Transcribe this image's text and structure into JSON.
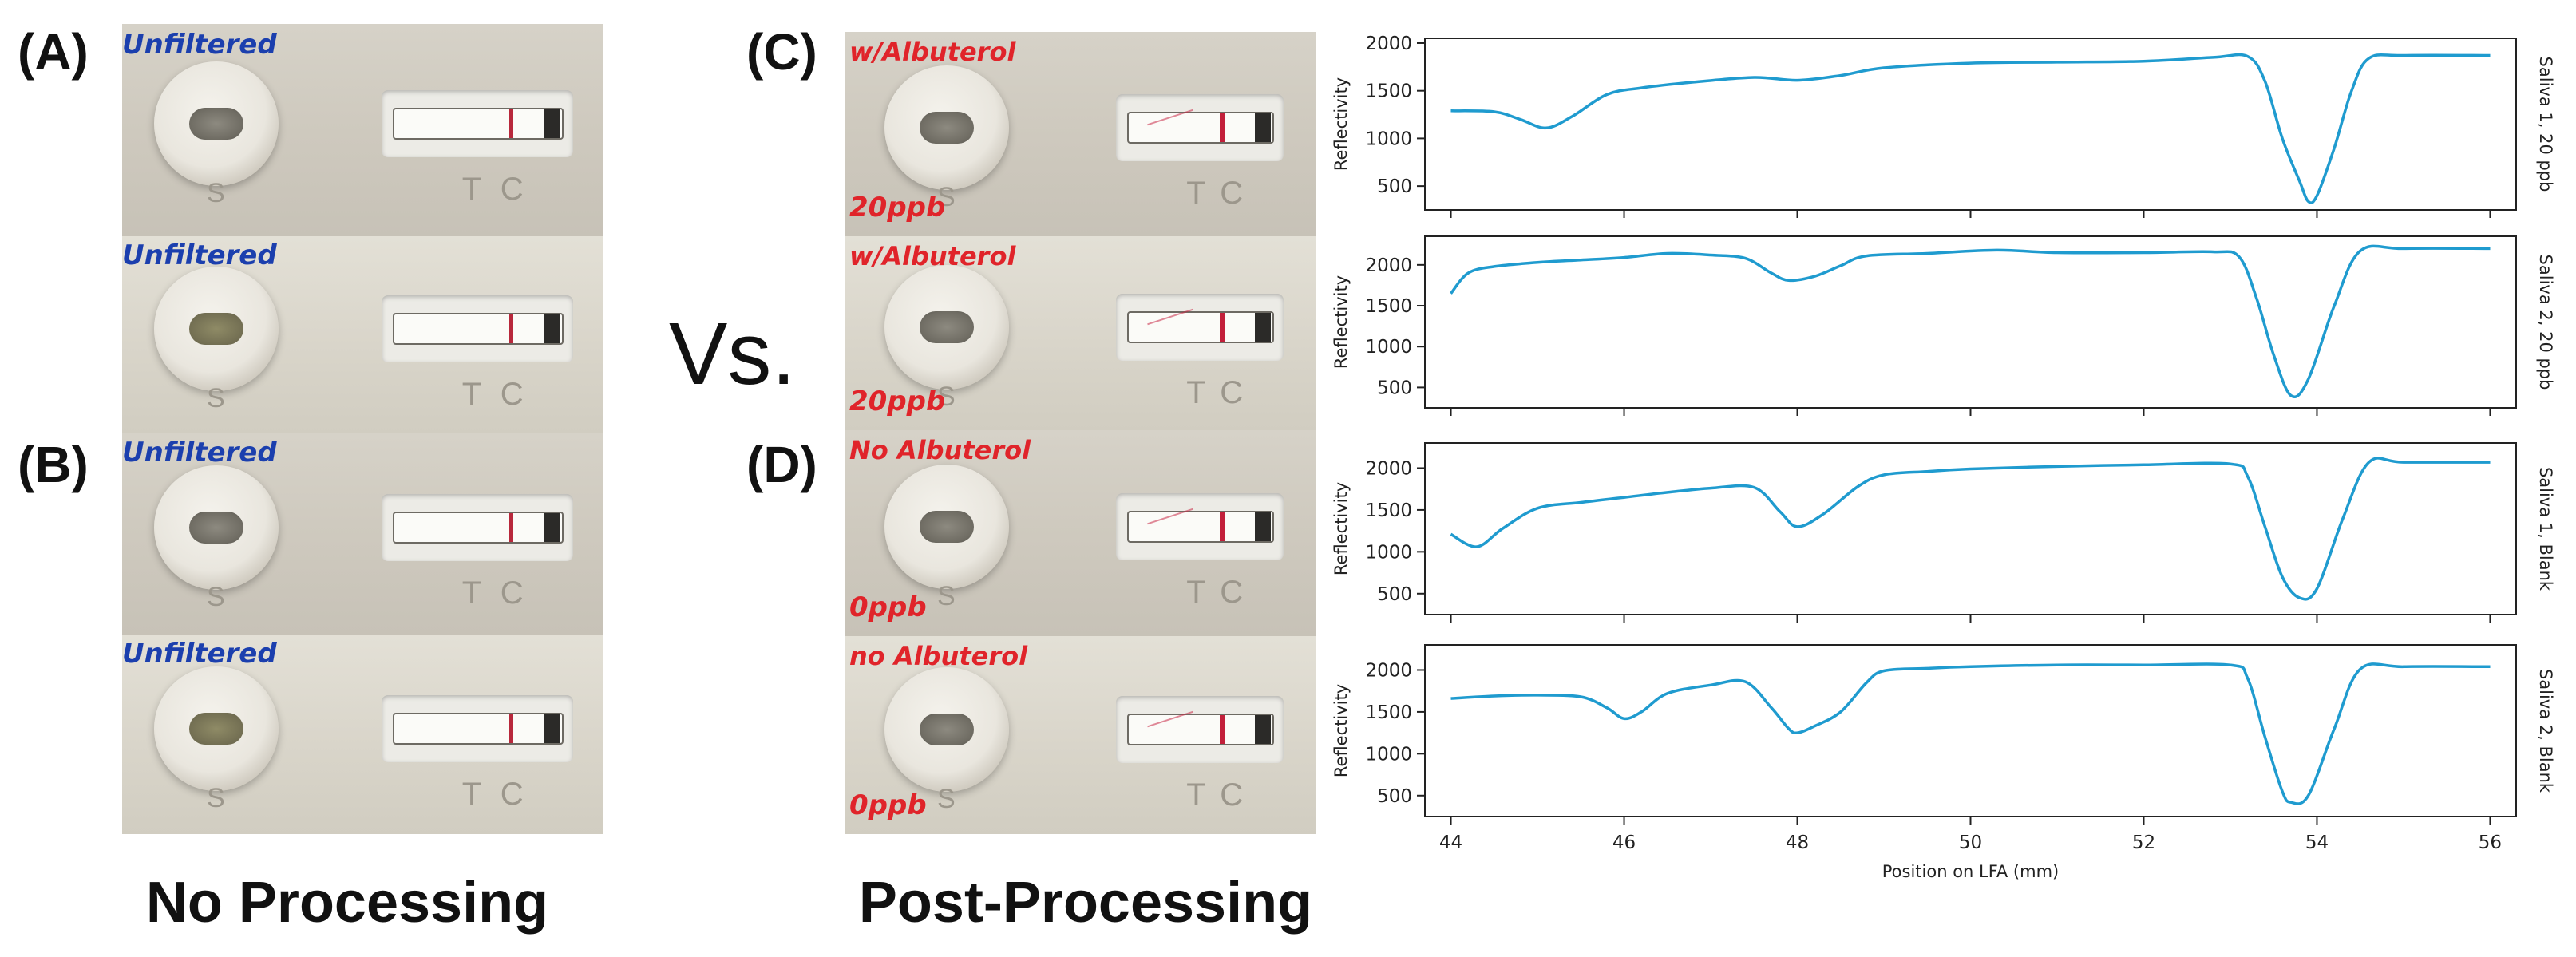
{
  "panels": {
    "A": "(A)",
    "B": "(B)",
    "C": "(C)",
    "D": "(D)"
  },
  "vs_text": "Vs.",
  "captions": {
    "left": "No Processing",
    "right": "Post-Processing"
  },
  "left_strips": [
    {
      "label": "Unfiltered"
    },
    {
      "label": "Unfiltered"
    },
    {
      "label": "Unfiltered"
    },
    {
      "label": "Unfiltered"
    }
  ],
  "right_strips": [
    {
      "label_top": "w/Albuterol",
      "label_bottom": "20ppb"
    },
    {
      "label_top": "w/Albuterol",
      "label_bottom": "20ppb"
    },
    {
      "label_top": "No Albuterol",
      "label_bottom": "0ppb"
    },
    {
      "label_top": "no Albuterol",
      "label_bottom": "0ppb"
    }
  ],
  "strip_letters": {
    "t": "T",
    "c": "C",
    "s": "S"
  },
  "colors": {
    "line": "#1f9bcf",
    "test_line": "#b8283c",
    "marker_left": "#1b3fae",
    "marker_right": "#e0242a"
  },
  "chart_data": {
    "type": "line",
    "xlabel": "Position on LFA (mm)",
    "ylabel": "Reflectivity",
    "xlim": [
      43.7,
      56.3
    ],
    "xticks": [
      44,
      46,
      48,
      50,
      52,
      54,
      56
    ],
    "series": [
      {
        "name": "Saliva 1, 20 ppb",
        "ylim": [
          250,
          2050
        ],
        "yticks": [
          500,
          1000,
          1500,
          2000
        ],
        "x": [
          44.0,
          44.5,
          44.8,
          45.1,
          45.4,
          45.8,
          46.2,
          46.8,
          47.5,
          48.0,
          48.5,
          49.0,
          50.0,
          51.0,
          52.0,
          52.8,
          53.2,
          53.4,
          53.6,
          53.8,
          53.9,
          54.0,
          54.2,
          54.4,
          54.6,
          55.0,
          56.0
        ],
        "y": [
          1290,
          1280,
          1200,
          1110,
          1230,
          1460,
          1530,
          1590,
          1640,
          1610,
          1660,
          1740,
          1790,
          1800,
          1810,
          1850,
          1860,
          1600,
          1000,
          550,
          340,
          400,
          900,
          1500,
          1840,
          1870,
          1870
        ]
      },
      {
        "name": "Saliva 2, 20 ppb",
        "ylim": [
          250,
          2350
        ],
        "yticks": [
          500,
          1000,
          1500,
          2000
        ],
        "x": [
          44.0,
          44.2,
          44.5,
          45.0,
          45.5,
          46.0,
          46.5,
          47.0,
          47.4,
          47.7,
          47.9,
          48.2,
          48.5,
          48.8,
          49.5,
          50.3,
          51.0,
          52.0,
          52.8,
          53.1,
          53.3,
          53.5,
          53.7,
          53.9,
          54.2,
          54.5,
          55.0,
          56.0
        ],
        "y": [
          1650,
          1900,
          1980,
          2030,
          2060,
          2090,
          2140,
          2120,
          2080,
          1900,
          1810,
          1860,
          1990,
          2110,
          2140,
          2180,
          2150,
          2150,
          2160,
          2100,
          1600,
          900,
          400,
          600,
          1500,
          2170,
          2200,
          2200
        ]
      },
      {
        "name": "Saliva 1, Blank",
        "ylim": [
          250,
          2300
        ],
        "yticks": [
          500,
          1000,
          1500,
          2000
        ],
        "x": [
          44.0,
          44.3,
          44.6,
          45.0,
          45.5,
          46.0,
          46.5,
          47.0,
          47.5,
          47.8,
          48.0,
          48.3,
          48.7,
          49.0,
          49.5,
          50.0,
          51.0,
          52.0,
          53.0,
          53.2,
          53.4,
          53.6,
          53.8,
          54.0,
          54.3,
          54.6,
          55.0,
          56.0
        ],
        "y": [
          1210,
          1060,
          1280,
          1520,
          1590,
          1650,
          1710,
          1760,
          1770,
          1480,
          1300,
          1450,
          1780,
          1920,
          1960,
          1990,
          2020,
          2040,
          2050,
          1900,
          1300,
          700,
          450,
          560,
          1400,
          2070,
          2070,
          2070
        ]
      },
      {
        "name": "Saliva 2, Blank",
        "ylim": [
          250,
          2300
        ],
        "yticks": [
          500,
          1000,
          1500,
          2000
        ],
        "x": [
          44.0,
          44.5,
          45.0,
          45.5,
          45.8,
          46.0,
          46.2,
          46.5,
          47.0,
          47.4,
          47.7,
          47.9,
          48.0,
          48.2,
          48.5,
          48.8,
          49.0,
          49.5,
          50.0,
          51.0,
          52.0,
          53.0,
          53.2,
          53.4,
          53.6,
          53.7,
          53.9,
          54.2,
          54.5,
          55.0,
          56.0
        ],
        "y": [
          1660,
          1690,
          1700,
          1680,
          1550,
          1420,
          1500,
          1720,
          1820,
          1860,
          1550,
          1300,
          1250,
          1330,
          1500,
          1850,
          1990,
          2020,
          2040,
          2060,
          2060,
          2060,
          1900,
          1200,
          550,
          420,
          500,
          1300,
          2010,
          2040,
          2040
        ]
      }
    ]
  }
}
